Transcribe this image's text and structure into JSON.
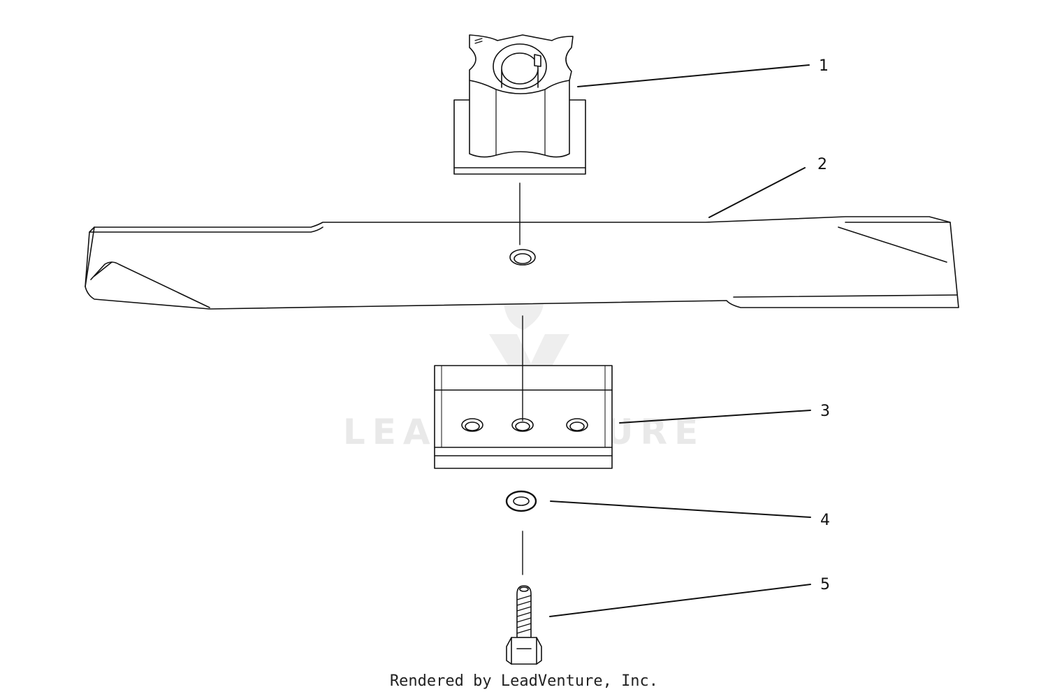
{
  "callouts": [
    {
      "number": "1",
      "part": "blade-adapter"
    },
    {
      "number": "2",
      "part": "mower-blade"
    },
    {
      "number": "3",
      "part": "stiffener-plate"
    },
    {
      "number": "4",
      "part": "washer"
    },
    {
      "number": "5",
      "part": "bolt"
    }
  ],
  "watermark": {
    "text": "LEADVENTURE"
  },
  "footer": {
    "text": "Rendered by LeadVenture, Inc."
  }
}
